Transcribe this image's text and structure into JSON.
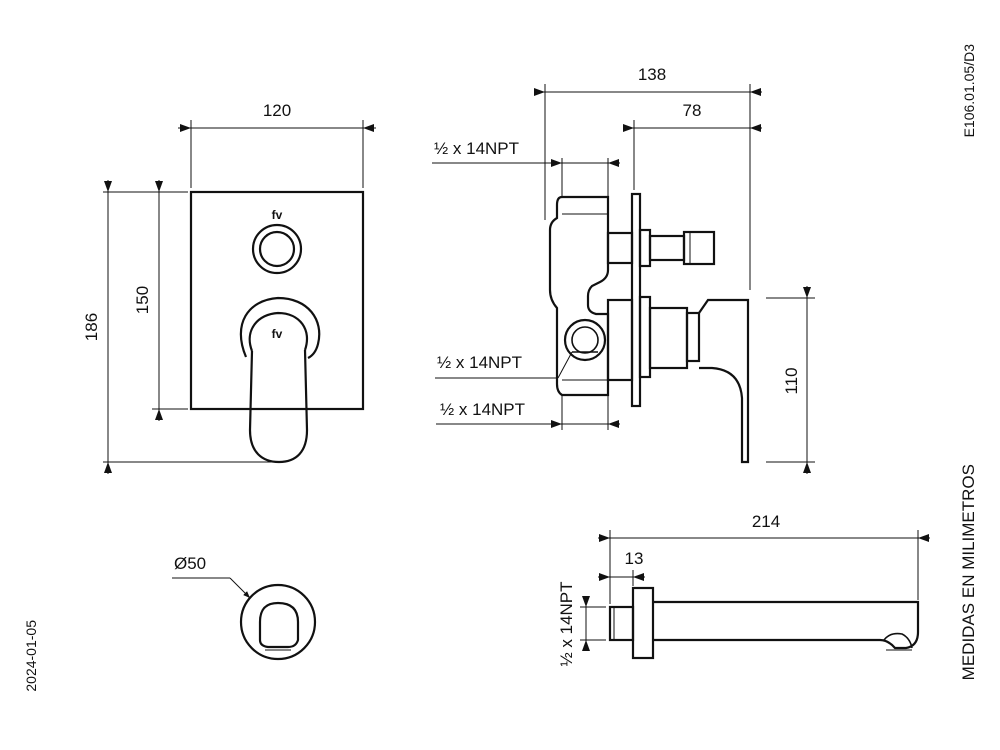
{
  "drawing": {
    "document_code": "E106.01.05/D3",
    "date": "2024-01-05",
    "units_note": "MEDIDAS EN MILIMETROS",
    "brand_mark": "fv"
  },
  "front_view": {
    "width": "120",
    "inner_height": "150",
    "total_height": "186"
  },
  "side_view": {
    "total_depth": "138",
    "handle_depth": "78",
    "handle_height": "110",
    "thread_top": "½ x 14NPT",
    "thread_middle": "½ x 14NPT",
    "thread_bottom": "½ x 14NPT"
  },
  "spout_view": {
    "diameter": "Ø50",
    "length": "214",
    "thread_depth": "13",
    "thread": "½ x 14NPT"
  }
}
